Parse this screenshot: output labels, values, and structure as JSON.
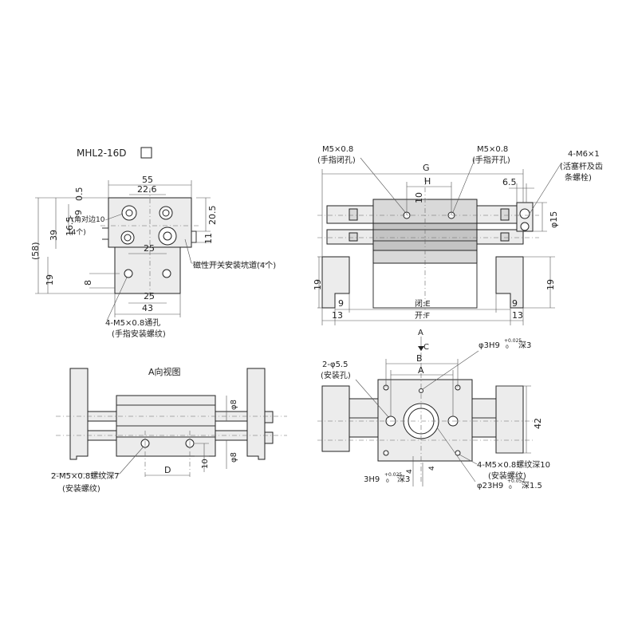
{
  "model": {
    "label": "MHL2-16D"
  },
  "front_view": {
    "dims": {
      "d55": "55",
      "d22_6": "22.6",
      "d0_5": "0.5",
      "d9": "9",
      "d16_5": "16.5",
      "d39": "39",
      "d58": "(58)",
      "d19": "19",
      "d20_5": "20.5",
      "d11": "11",
      "d25_top": "25",
      "d8": "8",
      "d25_bottom": "25",
      "d43": "43"
    },
    "notes": {
      "hex": "六角对边10",
      "hex_qty": "(4个)",
      "sensor_slot": "磁性开关安装坑道(4个)",
      "thru_hole": "4-M5×0.8通孔",
      "thru_hole_sub": "(手指安装螺纹)"
    }
  },
  "side_view": {
    "dims": {
      "G": "G",
      "H": "H",
      "d10": "10",
      "d6_5": "6.5",
      "phi15": "φ15",
      "d19_left": "19",
      "d19_right": "19",
      "d9_left": "9",
      "d9_right": "9",
      "d13_left": "13",
      "d13_right": "13",
      "E": "闭:E",
      "F": "开:F"
    },
    "notes": {
      "close_port": "M5×0.8",
      "close_port_sub": "(手指闭孔)",
      "open_port": "M5×0.8",
      "open_port_sub": "(手指开孔)",
      "rod": "4-M6×1",
      "rod_sub1": "(活塞杆及齿",
      "rod_sub2": "条螺栓)"
    }
  },
  "a_view": {
    "title": "A向视图",
    "dims": {
      "phi8_top": "φ8",
      "phi8_bottom": "φ8",
      "d10": "10",
      "D": "D"
    },
    "notes": {
      "thread": "2-M5×0.8螺纹深7",
      "thread_sub": "(安装螺纹)"
    }
  },
  "bottom_view": {
    "dims": {
      "A_top": "A",
      "C": "C",
      "B": "B",
      "A_inner": "A",
      "d42": "42",
      "d4": "4",
      "d4_2": "4"
    },
    "notes": {
      "phi5_5": "2-φ5.5",
      "phi5_5_sub": "(安装孔)",
      "phi3_prefix": "φ3H9",
      "phi3_tol_up": "+0.025",
      "phi3_tol_low": "0",
      "phi3_suffix": "深3",
      "bottom_prefix": "3H9",
      "bottom_tol_up": "+0.025",
      "bottom_tol_low": "0",
      "bottom_suffix": "深3",
      "m5": "4-M5×0.8螺纹深10",
      "m5_sub": "(安装螺纹)",
      "phi23_prefix": "φ23H9",
      "phi23_tol_up": "+0.052",
      "phi23_tol_low": "0",
      "phi23_suffix": "深1.5"
    }
  }
}
